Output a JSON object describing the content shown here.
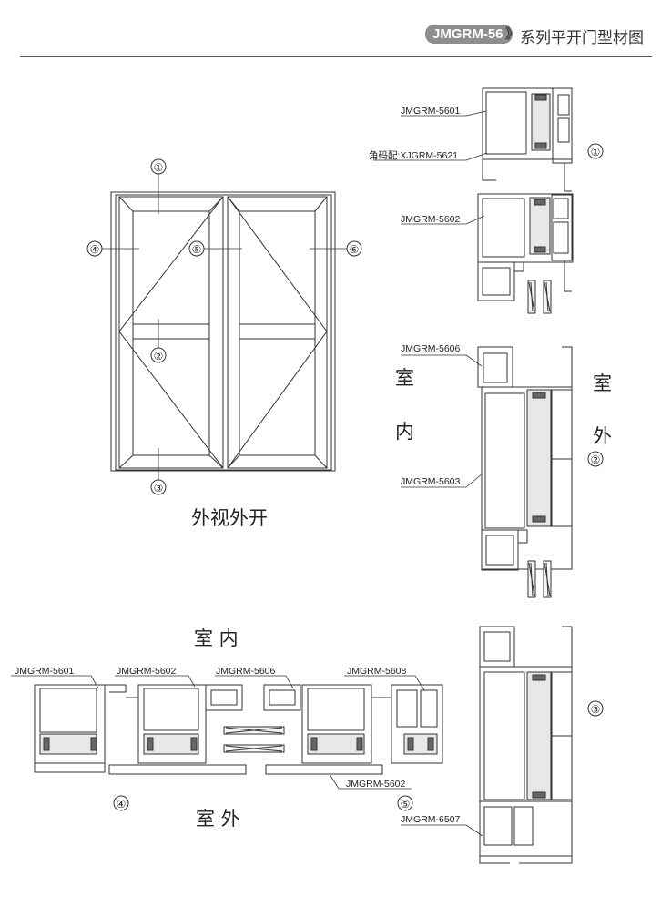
{
  "header": {
    "badge": "JMGRM-56",
    "chevron": "》",
    "title": "系列平开门型材图"
  },
  "elevation": {
    "caption": "外视外开",
    "markers": [
      "①",
      "②",
      "③",
      "④",
      "⑤",
      "⑥"
    ]
  },
  "vertical_section": {
    "labels": [
      "JMGRM-5601",
      "角码配:XJGRM-5621",
      "JMGRM-5602",
      "JMGRM-5606",
      "JMGRM-5603",
      "JMGRM-6507"
    ],
    "inside": [
      "室",
      "内"
    ],
    "outside": [
      "室",
      "外"
    ],
    "markers": [
      "①",
      "②",
      "③"
    ]
  },
  "horizontal_section": {
    "top_caption": "室 内",
    "bottom_caption": "室 外",
    "labels": [
      "JMGRM-5601",
      "JMGRM-5602",
      "JMGRM-5606",
      "JMGRM-5608",
      "JMGRM-5602"
    ],
    "markers": [
      "④",
      "⑤"
    ]
  }
}
